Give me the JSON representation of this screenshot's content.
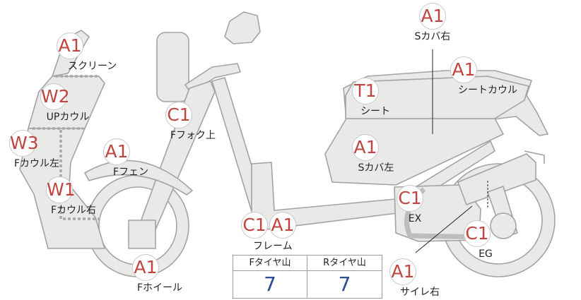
{
  "parts": [
    {
      "id": "screen",
      "grade": "A1",
      "label": "スクリーン"
    },
    {
      "id": "up-cowl",
      "grade": "W2",
      "label": "UPカウル"
    },
    {
      "id": "f-cowl-left",
      "grade": "W3",
      "label": "Fカウル左"
    },
    {
      "id": "f-cowl-right",
      "grade": "W1",
      "label": "Fカウル右"
    },
    {
      "id": "f-fender",
      "grade": "A1",
      "label": "Fフェン"
    },
    {
      "id": "f-fork-upper",
      "grade": "C1",
      "label": "Fフォク上"
    },
    {
      "id": "f-wheel",
      "grade": "A1",
      "label": "Fホイール"
    },
    {
      "id": "frame",
      "grade": "C1",
      "label": "フレーム"
    },
    {
      "id": "frame-2",
      "grade": "A1",
      "label": ""
    },
    {
      "id": "side-cover-right",
      "grade": "A1",
      "label": "Sカバ右"
    },
    {
      "id": "seat-cowl",
      "grade": "A1",
      "label": "シートカウル"
    },
    {
      "id": "seat",
      "grade": "T1",
      "label": "シート"
    },
    {
      "id": "side-cover-left",
      "grade": "A1",
      "label": "Sカバ左"
    },
    {
      "id": "exhaust",
      "grade": "C1",
      "label": "EX"
    },
    {
      "id": "engine",
      "grade": "C1",
      "label": "EG"
    },
    {
      "id": "silencer-right",
      "grade": "A1",
      "label": "サイレ右"
    }
  ],
  "tread": {
    "front_label": "Fタイヤ山",
    "rear_label": "Rタイヤ山",
    "front_value": "7",
    "rear_value": "7"
  }
}
